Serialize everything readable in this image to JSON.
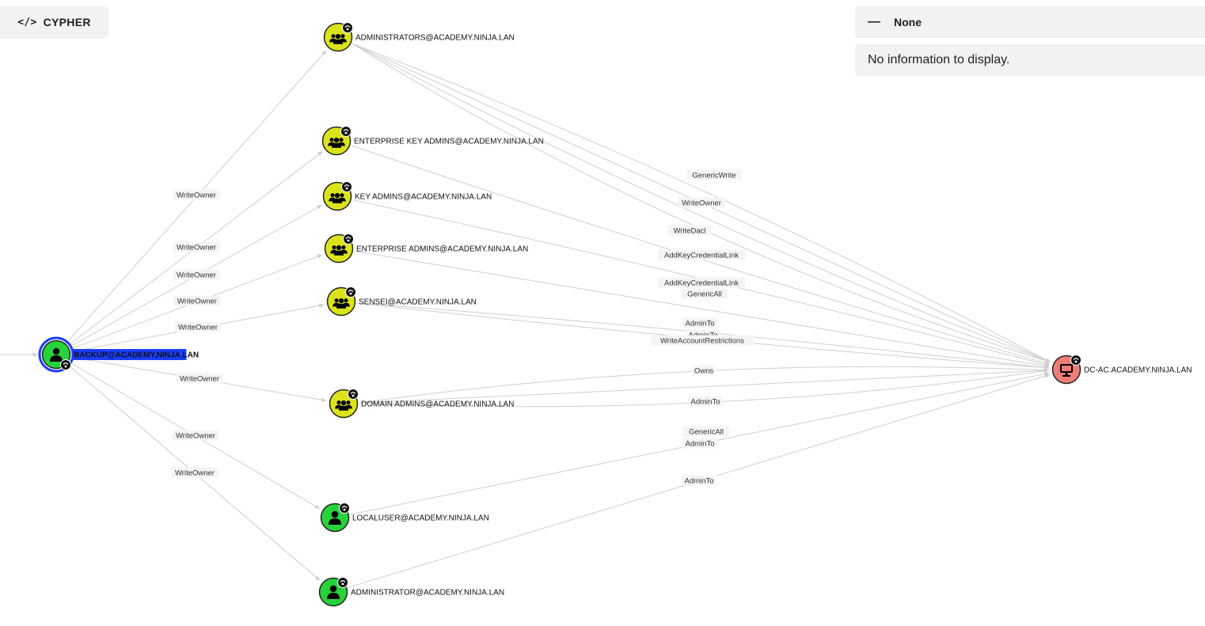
{
  "toolbar": {
    "cypher_label": "CYPHER",
    "cypher_icon": "code-icon"
  },
  "info_panel": {
    "collapse_symbol": "—",
    "title": "None",
    "message": "No information to display."
  },
  "colors": {
    "user_node": "#26d33a",
    "group_node": "#dbe31c",
    "computer_node": "#ee7d78",
    "selected_outline": "#1a3cff",
    "edge": "#cfcfcf"
  },
  "graph": {
    "nodes": [
      {
        "id": "backup",
        "label": "BACKUP@ACADEMY.NINJA.LAN",
        "kind": "user",
        "selected": true
      },
      {
        "id": "administrators",
        "label": "ADMINISTRATORS@ACADEMY.NINJA.LAN",
        "kind": "group"
      },
      {
        "id": "ent_key_admins",
        "label": "ENTERPRISE KEY ADMINS@ACADEMY.NINJA.LAN",
        "kind": "group"
      },
      {
        "id": "key_admins",
        "label": "KEY ADMINS@ACADEMY.NINJA.LAN",
        "kind": "group"
      },
      {
        "id": "ent_admins",
        "label": "ENTERPRISE ADMINS@ACADEMY.NINJA.LAN",
        "kind": "group"
      },
      {
        "id": "sensei",
        "label": "SENSEI@ACADEMY.NINJA.LAN",
        "kind": "group"
      },
      {
        "id": "domain_admins",
        "label": "DOMAIN ADMINS@ACADEMY.NINJA.LAN",
        "kind": "group"
      },
      {
        "id": "localuser",
        "label": "LOCALUSER@ACADEMY.NINJA.LAN",
        "kind": "user"
      },
      {
        "id": "administrator",
        "label": "ADMINISTRATOR@ACADEMY.NINJA.LAN",
        "kind": "user"
      },
      {
        "id": "dc",
        "label": "DC-AC.ACADEMY.NINJA.LAN",
        "kind": "computer"
      }
    ],
    "edges": [
      {
        "from": "backup",
        "to": "administrators",
        "label": "WriteOwner"
      },
      {
        "from": "backup",
        "to": "ent_key_admins",
        "label": "WriteOwner"
      },
      {
        "from": "backup",
        "to": "key_admins",
        "label": "WriteOwner"
      },
      {
        "from": "backup",
        "to": "ent_admins",
        "label": "WriteOwner"
      },
      {
        "from": "backup",
        "to": "sensei",
        "label": "WriteOwner"
      },
      {
        "from": "backup",
        "to": "domain_admins",
        "label": "WriteOwner"
      },
      {
        "from": "backup",
        "to": "localuser",
        "label": "WriteOwner"
      },
      {
        "from": "backup",
        "to": "administrator",
        "label": "WriteOwner"
      },
      {
        "from": "administrators",
        "to": "dc",
        "label": "GenericWrite"
      },
      {
        "from": "administrators",
        "to": "dc",
        "label": "WriteOwner"
      },
      {
        "from": "administrators",
        "to": "dc",
        "label": "WriteDacl"
      },
      {
        "from": "ent_key_admins",
        "to": "dc",
        "label": "AddKeyCredentialLink"
      },
      {
        "from": "key_admins",
        "to": "dc",
        "label": "AddKeyCredentialLink"
      },
      {
        "from": "administrators",
        "to": "dc",
        "label": "GenericAll"
      },
      {
        "from": "ent_admins",
        "to": "dc",
        "label": "AdminTo"
      },
      {
        "from": "sensei",
        "to": "dc",
        "label": "AdminTo"
      },
      {
        "from": "sensei",
        "to": "dc",
        "label": "WriteAccountRestrictions"
      },
      {
        "from": "domain_admins",
        "to": "dc",
        "label": "Owns"
      },
      {
        "from": "domain_admins",
        "to": "dc",
        "label": "AdminTo"
      },
      {
        "from": "domain_admins",
        "to": "dc",
        "label": "GenericAll"
      },
      {
        "from": "localuser",
        "to": "dc",
        "label": "AdminTo"
      },
      {
        "from": "administrator",
        "to": "dc",
        "label": "AdminTo"
      }
    ]
  }
}
